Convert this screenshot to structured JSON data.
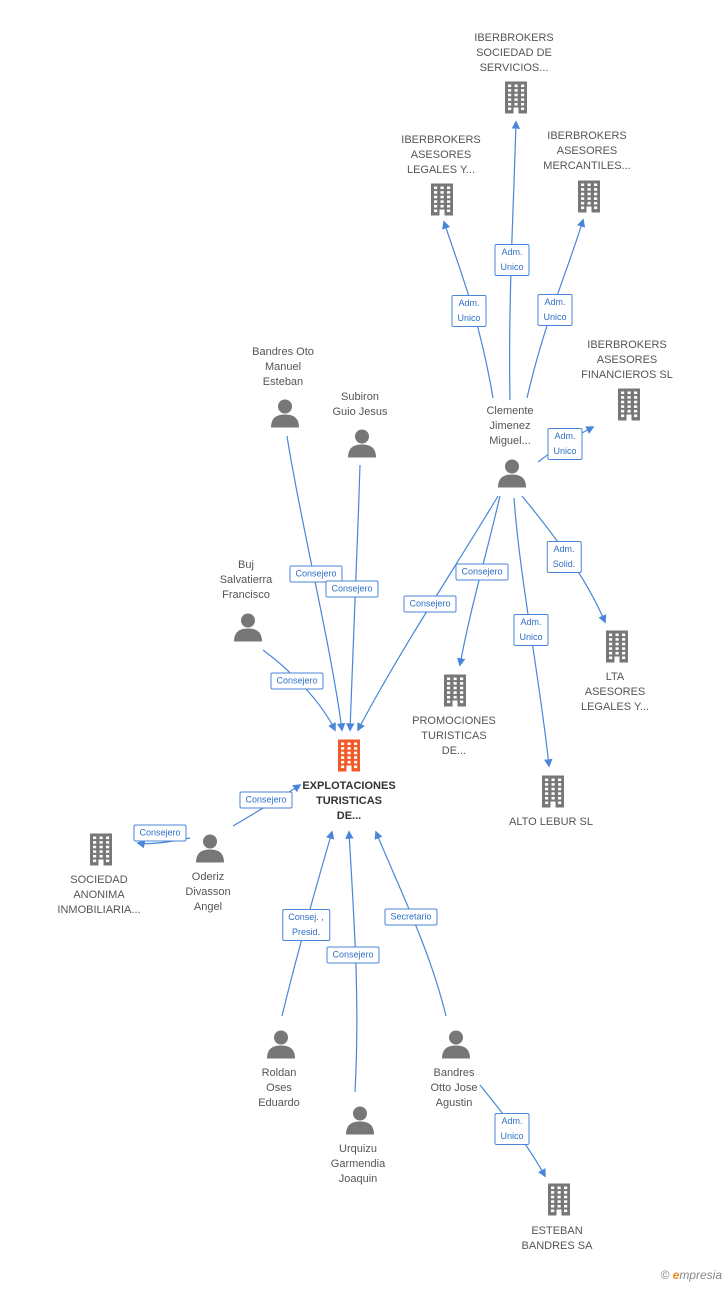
{
  "nodes": {
    "explotaciones": {
      "lines": [
        "EXPLOTACIONES",
        "TURISTICAS",
        "DE..."
      ],
      "kind": "company",
      "main": true,
      "color": "#f05a28"
    },
    "iberbrokers_sociedad": {
      "lines": [
        "IBERBROKERS",
        "SOCIEDAD DE",
        "SERVICIOS..."
      ],
      "kind": "company"
    },
    "iberbrokers_legales": {
      "lines": [
        "IBERBROKERS",
        "ASESORES",
        "LEGALES Y..."
      ],
      "kind": "company"
    },
    "iberbrokers_mercantiles": {
      "lines": [
        "IBERBROKERS",
        "ASESORES",
        "MERCANTILES..."
      ],
      "kind": "company"
    },
    "iberbrokers_financieros": {
      "lines": [
        "IBERBROKERS",
        "ASESORES",
        "FINANCIEROS SL"
      ],
      "kind": "company"
    },
    "clemente": {
      "lines": [
        "Clemente",
        "Jimenez",
        "Miguel..."
      ],
      "kind": "person"
    },
    "bandres_oto_manuel": {
      "lines": [
        "Bandres Oto",
        "Manuel",
        "Esteban"
      ],
      "kind": "person"
    },
    "subiron": {
      "lines": [
        "Subiron",
        "Guio Jesus"
      ],
      "kind": "person"
    },
    "buj": {
      "lines": [
        "Buj",
        "Salvatierra",
        "Francisco"
      ],
      "kind": "person"
    },
    "promociones": {
      "lines": [
        "PROMOCIONES",
        "TURISTICAS",
        "DE..."
      ],
      "kind": "company"
    },
    "lta": {
      "lines": [
        "LTA",
        "ASESORES",
        "LEGALES Y..."
      ],
      "kind": "company"
    },
    "alto_lebur": {
      "lines": [
        "ALTO LEBUR SL"
      ],
      "kind": "company"
    },
    "sociedad_anonima": {
      "lines": [
        "SOCIEDAD",
        "ANONIMA",
        "INMOBILIARIA..."
      ],
      "kind": "company"
    },
    "oderiz": {
      "lines": [
        "Oderiz",
        "Divasson",
        "Angel"
      ],
      "kind": "person"
    },
    "roldan": {
      "lines": [
        "Roldan",
        "Oses",
        "Eduardo"
      ],
      "kind": "person"
    },
    "urquizu": {
      "lines": [
        "Urquizu",
        "Garmendia",
        "Joaquin"
      ],
      "kind": "person"
    },
    "bandres_otto_jose": {
      "lines": [
        "Bandres",
        "Otto Jose",
        "Agustin"
      ],
      "kind": "person"
    },
    "esteban_bandres": {
      "lines": [
        "ESTEBAN",
        "BANDRES SA"
      ],
      "kind": "company"
    }
  },
  "edges": [
    {
      "from": "clemente",
      "to": "iberbrokers_sociedad",
      "label": [
        "Adm.",
        "Unico"
      ]
    },
    {
      "from": "clemente",
      "to": "iberbrokers_legales",
      "label": [
        "Adm.",
        "Unico"
      ]
    },
    {
      "from": "clemente",
      "to": "iberbrokers_mercantiles",
      "label": [
        "Adm.",
        "Unico"
      ]
    },
    {
      "from": "clemente",
      "to": "iberbrokers_financieros",
      "label": [
        "Adm.",
        "Unico"
      ]
    },
    {
      "from": "clemente",
      "to": "lta",
      "label": [
        "Adm.",
        "Solid."
      ]
    },
    {
      "from": "clemente",
      "to": "alto_lebur",
      "label": [
        "Adm.",
        "Unico"
      ]
    },
    {
      "from": "clemente",
      "to": "promociones",
      "label": [
        "Consejero"
      ]
    },
    {
      "from": "clemente",
      "to": "explotaciones",
      "label": [
        "Consejero"
      ]
    },
    {
      "from": "bandres_oto_manuel",
      "to": "explotaciones",
      "label": [
        "Consejero"
      ]
    },
    {
      "from": "subiron",
      "to": "explotaciones",
      "label": [
        "Consejero"
      ]
    },
    {
      "from": "buj",
      "to": "explotaciones",
      "label": [
        "Consejero"
      ]
    },
    {
      "from": "oderiz",
      "to": "explotaciones",
      "label": [
        "Consejero"
      ]
    },
    {
      "from": "oderiz",
      "to": "sociedad_anonima",
      "label": [
        "Consejero"
      ]
    },
    {
      "from": "roldan",
      "to": "explotaciones",
      "label": [
        "Consej. ,",
        "Presid."
      ]
    },
    {
      "from": "urquizu",
      "to": "explotaciones",
      "label": [
        "Consejero"
      ]
    },
    {
      "from": "bandres_otto_jose",
      "to": "explotaciones",
      "label": [
        "Secretario"
      ]
    },
    {
      "from": "bandres_otto_jose",
      "to": "esteban_bandres",
      "label": [
        "Adm.",
        "Unico"
      ]
    }
  ],
  "colors": {
    "edge": "#4a86d8",
    "icon": "#777777",
    "main": "#f05a28"
  },
  "brand": {
    "symbol": "©",
    "initial": "e",
    "rest": "mpresia"
  }
}
